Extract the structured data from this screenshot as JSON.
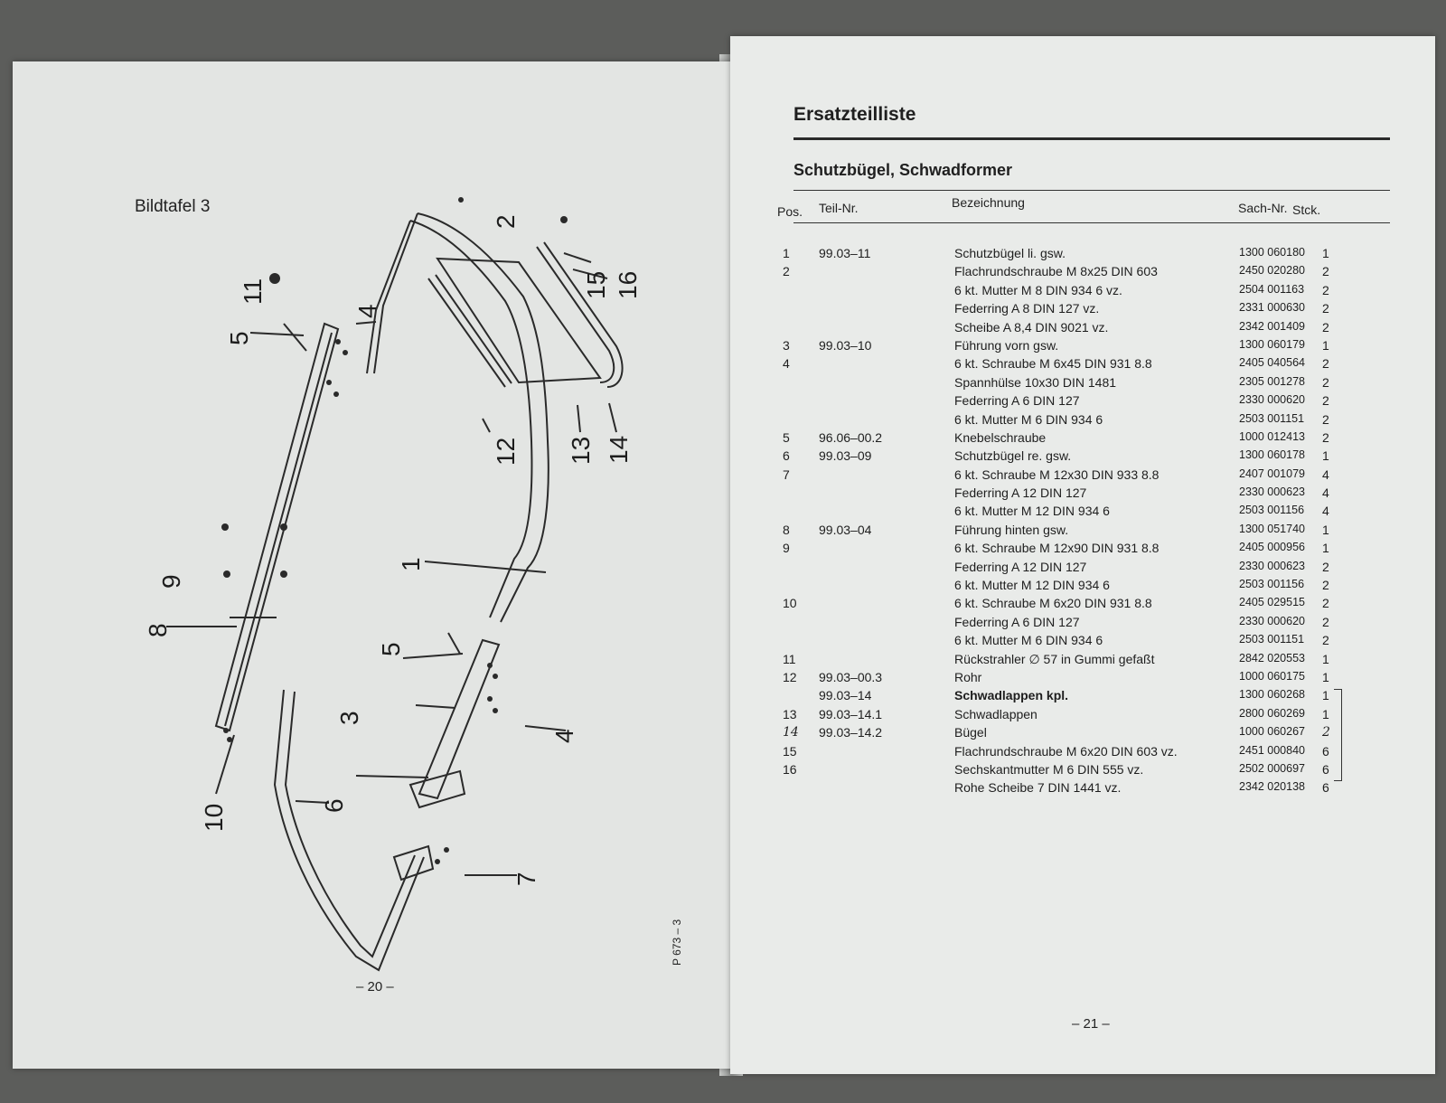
{
  "left_page": {
    "plate_title": "Bildtafel 3",
    "part_labels": [
      "1",
      "2",
      "3",
      "4",
      "4",
      "5",
      "5",
      "6",
      "7",
      "8",
      "9",
      "10",
      "11",
      "12",
      "13",
      "14",
      "15",
      "16"
    ],
    "plate_code": "P 673 – 3",
    "page_number": "– 20 –"
  },
  "right_page": {
    "title": "Ersatzteilliste",
    "subtitle": "Schutzbügel, Schwadformer",
    "columns": {
      "pos": "Pos.",
      "teil": "Teil-Nr.",
      "bezeichnung": "Bezeichnung",
      "sach": "Sach-Nr.",
      "stck": "Stck."
    },
    "rows": [
      {
        "pos": "1",
        "teil": "99.03–11",
        "bez": "Schutzbügel li. gsw.",
        "sach": "1300 060180",
        "stck": "1"
      },
      {
        "pos": "2",
        "teil": "",
        "bez": "Flachrundschraube M 8x25 DIN 603",
        "sach": "2450 020280",
        "stck": "2"
      },
      {
        "pos": "",
        "teil": "",
        "bez": "6 kt. Mutter M 8 DIN 934 6 vz.",
        "sach": "2504 001163",
        "stck": "2"
      },
      {
        "pos": "",
        "teil": "",
        "bez": "Federring A 8 DIN 127 vz.",
        "sach": "2331 000630",
        "stck": "2"
      },
      {
        "pos": "",
        "teil": "",
        "bez": "Scheibe A 8,4 DIN 9021 vz.",
        "sach": "2342 001409",
        "stck": "2"
      },
      {
        "pos": "3",
        "teil": "99.03–10",
        "bez": "Führung vorn gsw.",
        "sach": "1300 060179",
        "stck": "1"
      },
      {
        "pos": "4",
        "teil": "",
        "bez": "6 kt. Schraube M 6x45 DIN 931 8.8",
        "sach": "2405 040564",
        "stck": "2"
      },
      {
        "pos": "",
        "teil": "",
        "bez": "Spannhülse 10x30 DIN 1481",
        "sach": "2305 001278",
        "stck": "2"
      },
      {
        "pos": "",
        "teil": "",
        "bez": "Federring A 6 DIN 127",
        "sach": "2330 000620",
        "stck": "2"
      },
      {
        "pos": "",
        "teil": "",
        "bez": "6 kt. Mutter M 6 DIN 934 6",
        "sach": "2503 001151",
        "stck": "2"
      },
      {
        "pos": "5",
        "teil": "96.06–00.2",
        "bez": "Knebelschraube",
        "sach": "1000 012413",
        "stck": "2"
      },
      {
        "pos": "6",
        "teil": "99.03–09",
        "bez": "Schutzbügel re. gsw.",
        "sach": "1300 060178",
        "stck": "1"
      },
      {
        "pos": "7",
        "teil": "",
        "bez": "6 kt. Schraube M 12x30 DIN 933 8.8",
        "sach": "2407 001079",
        "stck": "4"
      },
      {
        "pos": "",
        "teil": "",
        "bez": "Federring A 12 DIN 127",
        "sach": "2330 000623",
        "stck": "4"
      },
      {
        "pos": "",
        "teil": "",
        "bez": "6 kt. Mutter M 12 DIN 934 6",
        "sach": "2503 001156",
        "stck": "4"
      },
      {
        "pos": "8",
        "teil": "99.03–04",
        "bez": "Führung hinten gsw.",
        "sach": "1300 051740",
        "stck": "1"
      },
      {
        "pos": "9",
        "teil": "",
        "bez": "6 kt. Schraube M 12x90 DIN 931 8.8",
        "sach": "2405 000956",
        "stck": "1"
      },
      {
        "pos": "",
        "teil": "",
        "bez": "Federring A 12 DIN 127",
        "sach": "2330 000623",
        "stck": "2"
      },
      {
        "pos": "",
        "teil": "",
        "bez": "6 kt. Mutter M 12 DIN 934 6",
        "sach": "2503 001156",
        "stck": "2"
      },
      {
        "pos": "10",
        "teil": "",
        "bez": "6 kt. Schraube M 6x20 DIN 931 8.8",
        "sach": "2405 029515",
        "stck": "2"
      },
      {
        "pos": "",
        "teil": "",
        "bez": "Federring A 6 DIN 127",
        "sach": "2330 000620",
        "stck": "2"
      },
      {
        "pos": "",
        "teil": "",
        "bez": "6 kt. Mutter M 6 DIN 934 6",
        "sach": "2503 001151",
        "stck": "2"
      },
      {
        "pos": "11",
        "teil": "",
        "bez": "Rückstrahler ∅ 57 in Gummi gefaßt",
        "sach": "2842 020553",
        "stck": "1"
      },
      {
        "pos": "12",
        "teil": "99.03–00.3",
        "bez": "Rohr",
        "sach": "1000 060175",
        "stck": "1"
      },
      {
        "pos": "",
        "teil": "99.03–14",
        "bez": "Schwadlappen kpl.",
        "sach": "1300 060268",
        "stck": "1",
        "bold": true
      },
      {
        "pos": "13",
        "teil": "99.03–14.1",
        "bez": "Schwadlappen",
        "sach": "2800 060269",
        "stck": "1"
      },
      {
        "pos": "14",
        "teil": "99.03–14.2",
        "bez": "Bügel",
        "sach": "1000 060267",
        "stck": "2",
        "handwritten": true
      },
      {
        "pos": "15",
        "teil": "",
        "bez": "Flachrundschraube M 6x20 DIN 603 vz.",
        "sach": "2451 000840",
        "stck": "6"
      },
      {
        "pos": "16",
        "teil": "",
        "bez": "Sechskantmutter M 6 DIN 555 vz.",
        "sach": "2502 000697",
        "stck": "6"
      },
      {
        "pos": "",
        "teil": "",
        "bez": "Rohe Scheibe 7 DIN 1441 vz.",
        "sach": "2342 020138",
        "stck": "6"
      }
    ],
    "page_number": "– 21 –"
  }
}
